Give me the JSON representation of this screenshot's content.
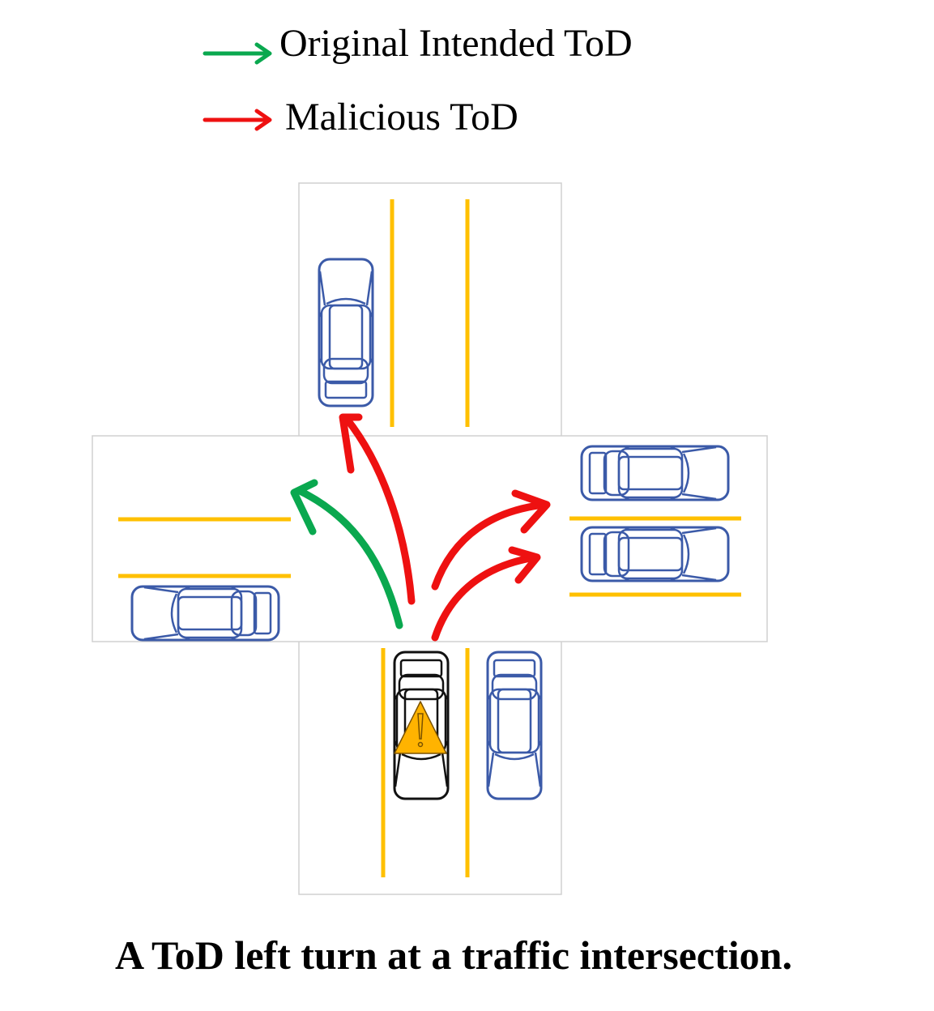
{
  "legend": {
    "items": [
      {
        "label": "Original Intended ToD",
        "color": "#0aa84f"
      },
      {
        "label": "Malicious ToD",
        "color": "#ee1111"
      }
    ]
  },
  "caption": "A ToD left turn at a traffic intersection.",
  "colors": {
    "lane_line": "#ffc000",
    "road_border": "#d0d0d0",
    "other_car": "#3b5aa8",
    "ego_car": "#111111",
    "warning": "#ffb300",
    "intended_path": "#0aa84f",
    "malicious_path": "#ee1111"
  },
  "icons": {
    "ego_vehicle": "car-icon",
    "warning": "warning-triangle-icon",
    "other_vehicles": "car-icon"
  }
}
